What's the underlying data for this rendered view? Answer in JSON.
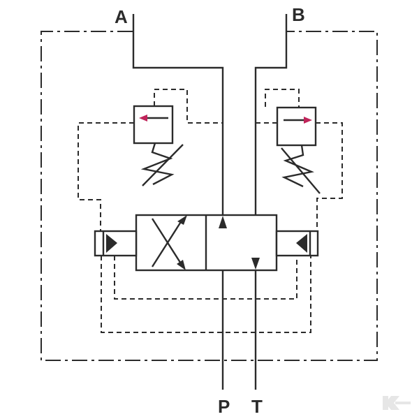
{
  "ports": {
    "a": "A",
    "b": "B",
    "p": "P",
    "t": "T"
  },
  "colors": {
    "line": "#2b2b2b",
    "arrow_accent": "#c0245a",
    "watermark": "#e6e6e6",
    "background": "#ffffff"
  },
  "icons": {
    "watermark": "k-logo-watermark-icon"
  }
}
